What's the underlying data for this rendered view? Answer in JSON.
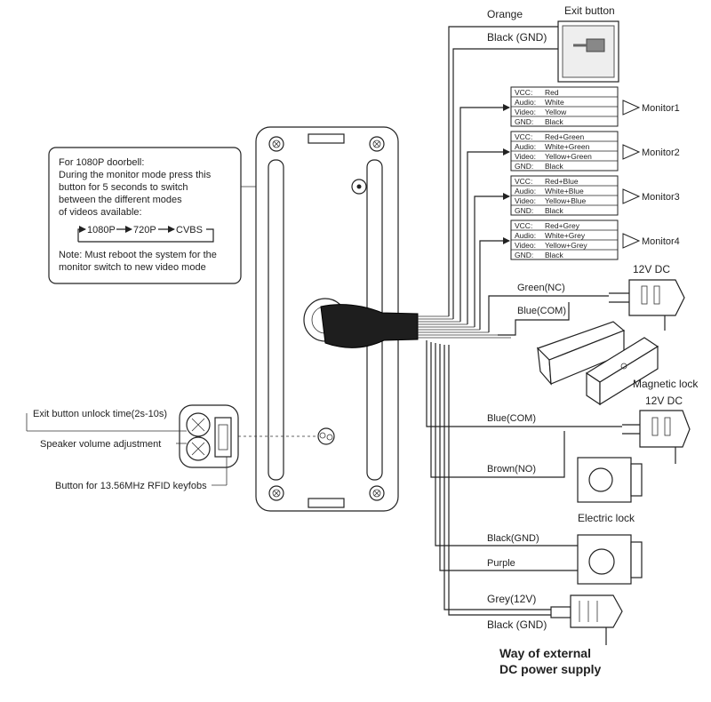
{
  "note": {
    "line1": "For 1080P doorbell:",
    "line2": "During the monitor mode press this",
    "line3": "button for 5 seconds to switch",
    "line4": "between the different modes",
    "line5": "of videos available:",
    "mode1": "1080P",
    "mode2": "720P",
    "mode3": "CVBS",
    "note1": "Note: Must reboot the system for the",
    "note2": "monitor switch to new video mode"
  },
  "exit_button": {
    "title": "Exit button",
    "wire1": "Orange",
    "wire2": "Black (GND)"
  },
  "monitors": [
    {
      "name": "Monitor1",
      "rows": [
        {
          "k": "VCC:",
          "v": "Red"
        },
        {
          "k": "Audio:",
          "v": "White"
        },
        {
          "k": "Video:",
          "v": "Yellow"
        },
        {
          "k": "GND:",
          "v": "Black"
        }
      ]
    },
    {
      "name": "Monitor2",
      "rows": [
        {
          "k": "VCC:",
          "v": "Red+Green"
        },
        {
          "k": "Audio:",
          "v": "White+Green"
        },
        {
          "k": "Video:",
          "v": "Yellow+Green"
        },
        {
          "k": "GND:",
          "v": "Black"
        }
      ]
    },
    {
      "name": "Monitor3",
      "rows": [
        {
          "k": "VCC:",
          "v": "Red+Blue"
        },
        {
          "k": "Audio:",
          "v": "White+Blue"
        },
        {
          "k": "Video:",
          "v": "Yellow+Blue"
        },
        {
          "k": "GND:",
          "v": "Black"
        }
      ]
    },
    {
      "name": "Monitor4",
      "rows": [
        {
          "k": "VCC:",
          "v": "Red+Grey"
        },
        {
          "k": "Audio:",
          "v": "White+Grey"
        },
        {
          "k": "Video:",
          "v": "Yellow+Grey"
        },
        {
          "k": "GND:",
          "v": "Black"
        }
      ]
    }
  ],
  "magnetic_lock": {
    "psu": "12V DC",
    "wire1": "Green(NC)",
    "wire2": "Blue(COM)",
    "label": "Magnetic lock"
  },
  "electric_lock": {
    "psu": "12V DC",
    "wire1": "Blue(COM)",
    "wire2": "Brown(NO)",
    "label": "Electric lock"
  },
  "second_lock": {
    "wire1": "Black(GND)",
    "wire2": "Purple"
  },
  "power": {
    "wire1": "Grey(12V)",
    "wire2": "Black (GND)",
    "caption1": "Way of external",
    "caption2": "DC power supply"
  },
  "adjusters": {
    "label1": "Exit button unlock time(2s-10s)",
    "label2": "Speaker volume adjustment",
    "label3": "Button for 13.56MHz RFID keyfobs"
  }
}
